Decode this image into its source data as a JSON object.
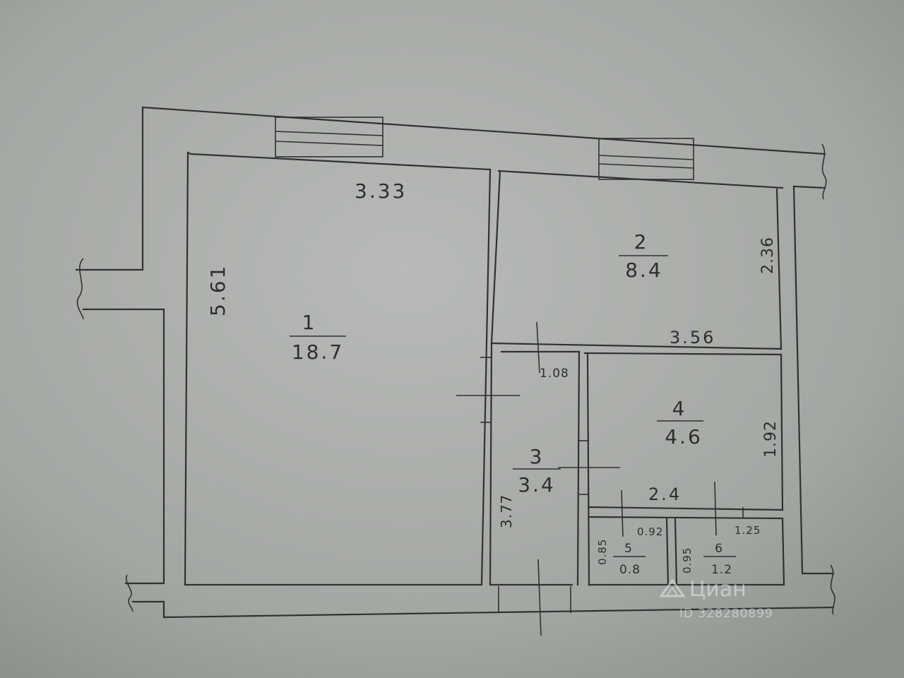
{
  "plan": {
    "rooms": [
      {
        "number": "1",
        "area": "18.7"
      },
      {
        "number": "2",
        "area": "8.4"
      },
      {
        "number": "3",
        "area": "3.4"
      },
      {
        "number": "4",
        "area": "4.6"
      },
      {
        "number": "5",
        "area": "0.8"
      },
      {
        "number": "6",
        "area": "1.2"
      }
    ],
    "dimensions": {
      "room1_width": "3.33",
      "room1_length": "5.61",
      "room2_depth": "2.36",
      "room2_width": "3.56",
      "hall_width": "1.08",
      "hall_length": "3.77",
      "room4_length": "1.92",
      "room4_width": "2.4",
      "room5_depth": "0.85",
      "room5_width": "0.92",
      "room6_depth": "0.95",
      "room6_width": "1.25"
    }
  },
  "watermark": {
    "brand": "Циан",
    "id": "ID 328280899"
  }
}
